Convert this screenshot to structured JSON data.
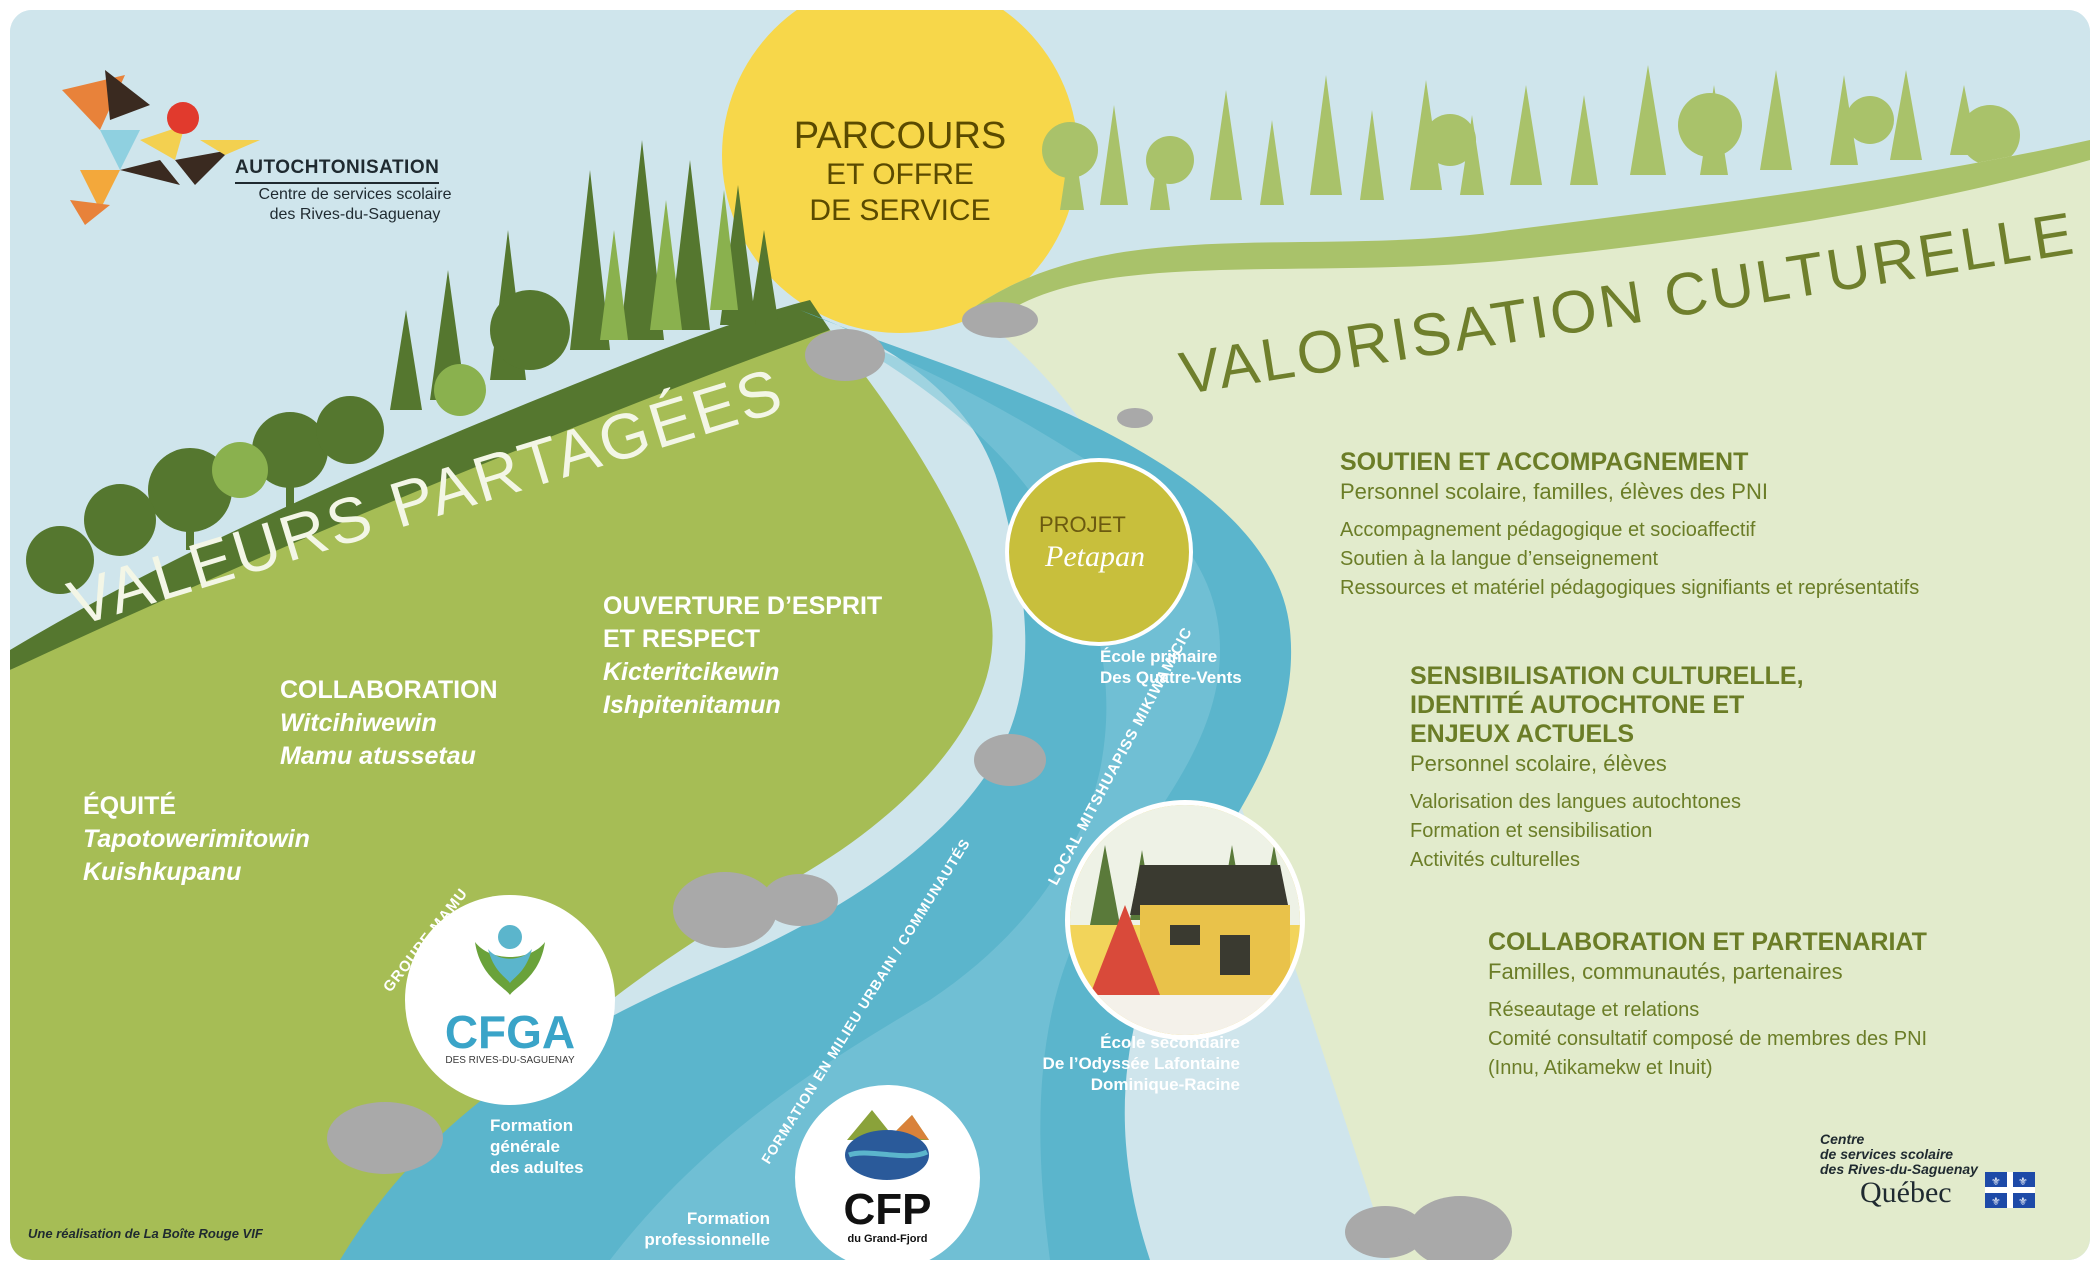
{
  "header": {
    "logo_title": "AUTOCHTONISATION",
    "logo_sub_1": "Centre de services scolaire",
    "logo_sub_2": "des Rives-du-Saguenay"
  },
  "sun": {
    "line1": "PARCOURS",
    "line2": "ET OFFRE",
    "line3": "DE SERVICE"
  },
  "titles": {
    "left": "VALEURS PARTAGÉES",
    "right": "VALORISATION CULTURELLE"
  },
  "values": [
    {
      "heading": "ÉQUITÉ",
      "terms": [
        "Tapotowerimitowin",
        "Kuishkupanu"
      ]
    },
    {
      "heading": "COLLABORATION",
      "terms": [
        "Witcihiwewin",
        "Mamu atussetau"
      ]
    },
    {
      "heading_1": "OUVERTURE D’ESPRIT",
      "heading_2": "ET RESPECT",
      "terms": [
        "Kicteritcikewin",
        "Ishpitenitamun"
      ]
    }
  ],
  "cultural": [
    {
      "heading": "SOUTIEN ET ACCOMPAGNEMENT",
      "audience": "Personnel scolaire, familles, élèves des PNI",
      "items": [
        "Accompagnement pédagogique et socioaffectif",
        "Soutien à la langue d’enseignement",
        "Ressources et matériel pédagogiques signifiants et représentatifs"
      ]
    },
    {
      "heading_1": "SENSIBILISATION CULTURELLE,",
      "heading_2": "IDENTITÉ AUTOCHTONE ET",
      "heading_3": "ENJEUX ACTUELS",
      "audience": "Personnel scolaire, élèves",
      "items": [
        "Valorisation des langues autochtones",
        "Formation et sensibilisation",
        "Activités culturelles"
      ]
    },
    {
      "heading": "COLLABORATION ET PARTENARIAT",
      "audience": "Familles, communautés, partenaires",
      "items": [
        "Réseautage et relations",
        "Comité consultatif composé de membres des PNI",
        "(Innu, Atikamekw et Inuit)"
      ]
    }
  ],
  "stations": {
    "petapan": {
      "logo_1": "PROJET",
      "logo_2": "Petapan",
      "caption_1": "École primaire",
      "caption_2": "Des Quatre-Vents"
    },
    "mitshuapiss": {
      "arc_label": "LOCAL MITSHUAPISS MIKIWAMICIC",
      "caption_1": "École secondaire",
      "caption_2": "De l’Odyssée Lafontaine",
      "caption_3": "Dominique-Racine"
    },
    "cfga": {
      "arc_label": "GROUPE MAMU",
      "logo": "CFGA",
      "logo_sub": "DES RIVES-DU-SAGUENAY",
      "caption_1": "Formation",
      "caption_2": "générale",
      "caption_3": "des adultes"
    },
    "cfp": {
      "arc_label": "FORMATION EN MILIEU URBAIN / COMMUNAUTÉS",
      "logo": "CFP",
      "logo_sub": "du Grand-Fjord",
      "caption_1": "Formation",
      "caption_2": "professionnelle"
    }
  },
  "footer": {
    "credit": "Une réalisation de La Boîte Rouge VIF",
    "qc_small_1": "Centre",
    "qc_small_2": "de services scolaire",
    "qc_small_3": "des Rives-du-Saguenay",
    "qc_big": "Québec"
  },
  "colors": {
    "sky": "#cfe5ec",
    "left_hill": "#a6bd55",
    "right_hill": "#e2ebcc",
    "river": "#5bb5cc",
    "sun": "#f7d74a",
    "dark_green": "#55772f",
    "text_green": "#6b7d27"
  }
}
